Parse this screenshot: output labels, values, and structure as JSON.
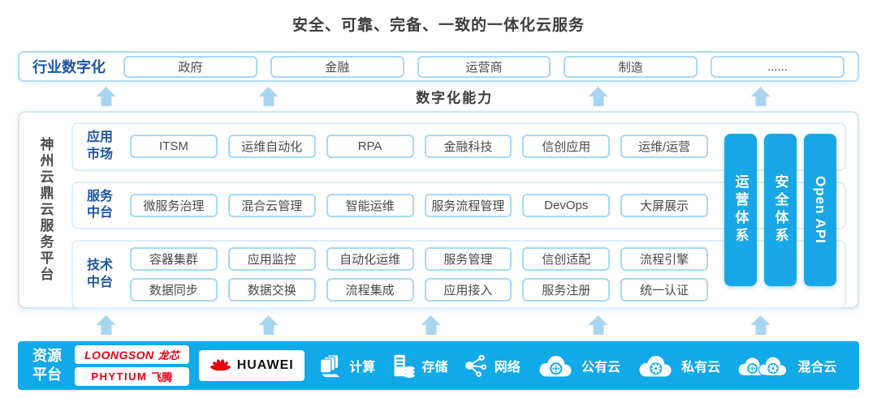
{
  "title": "安全、可靠、完备、一致的一体化云服务",
  "industry_row": {
    "label": "行业数字化",
    "items": [
      "政府",
      "金融",
      "运营商",
      "制造",
      "......"
    ]
  },
  "digital_capability_label": "数字化能力",
  "platform": {
    "side_label": "神州云鼎云服务平台",
    "groups": [
      {
        "label_top": "应用",
        "label_bottom": "市场",
        "items": [
          "ITSM",
          "运维自动化",
          "RPA",
          "金融科技",
          "信创应用",
          "运维/运营"
        ]
      },
      {
        "label_top": "服务",
        "label_bottom": "中台",
        "items": [
          "微服务治理",
          "混合云管理",
          "智能运维",
          "服务流程管理",
          "DevOps",
          "大屏展示"
        ]
      },
      {
        "label_top": "技术",
        "label_bottom": "中台",
        "items": [
          "容器集群",
          "应用监控",
          "自动化运维",
          "服务管理",
          "信创适配",
          "流程引擎",
          "数据同步",
          "数据交换",
          "流程集成",
          "应用接入",
          "服务注册",
          "统一认证"
        ]
      }
    ],
    "vertical_bars": [
      "运营体系",
      "安全体系",
      "Open API"
    ]
  },
  "resource_platform": {
    "label_top": "资源",
    "label_bottom": "平台",
    "vendors": {
      "loongson": {
        "en": "LOONGSON",
        "zh": "龙芯"
      },
      "phytium": {
        "en": "PHYTIUM",
        "zh": "飞腾"
      },
      "huawei": {
        "label": "HUAWEI"
      }
    },
    "resources": [
      {
        "label": "计算",
        "icon": "compute-icon"
      },
      {
        "label": "存储",
        "icon": "storage-icon"
      },
      {
        "label": "网络",
        "icon": "network-icon"
      },
      {
        "label": "公有云",
        "icon": "public-cloud-icon"
      },
      {
        "label": "私有云",
        "icon": "private-cloud-icon"
      },
      {
        "label": "混合云",
        "icon": "hybrid-cloud-icon"
      }
    ]
  },
  "colors": {
    "accent_blue": "#12a9e9",
    "bar_blue": "#17a7e6",
    "light_border": "#a8d8f3",
    "arrow_blue": "#a9d5f1",
    "label_blue": "#1e56a0",
    "brand_red": "#e60012",
    "text_gray": "#4a4a4a"
  }
}
